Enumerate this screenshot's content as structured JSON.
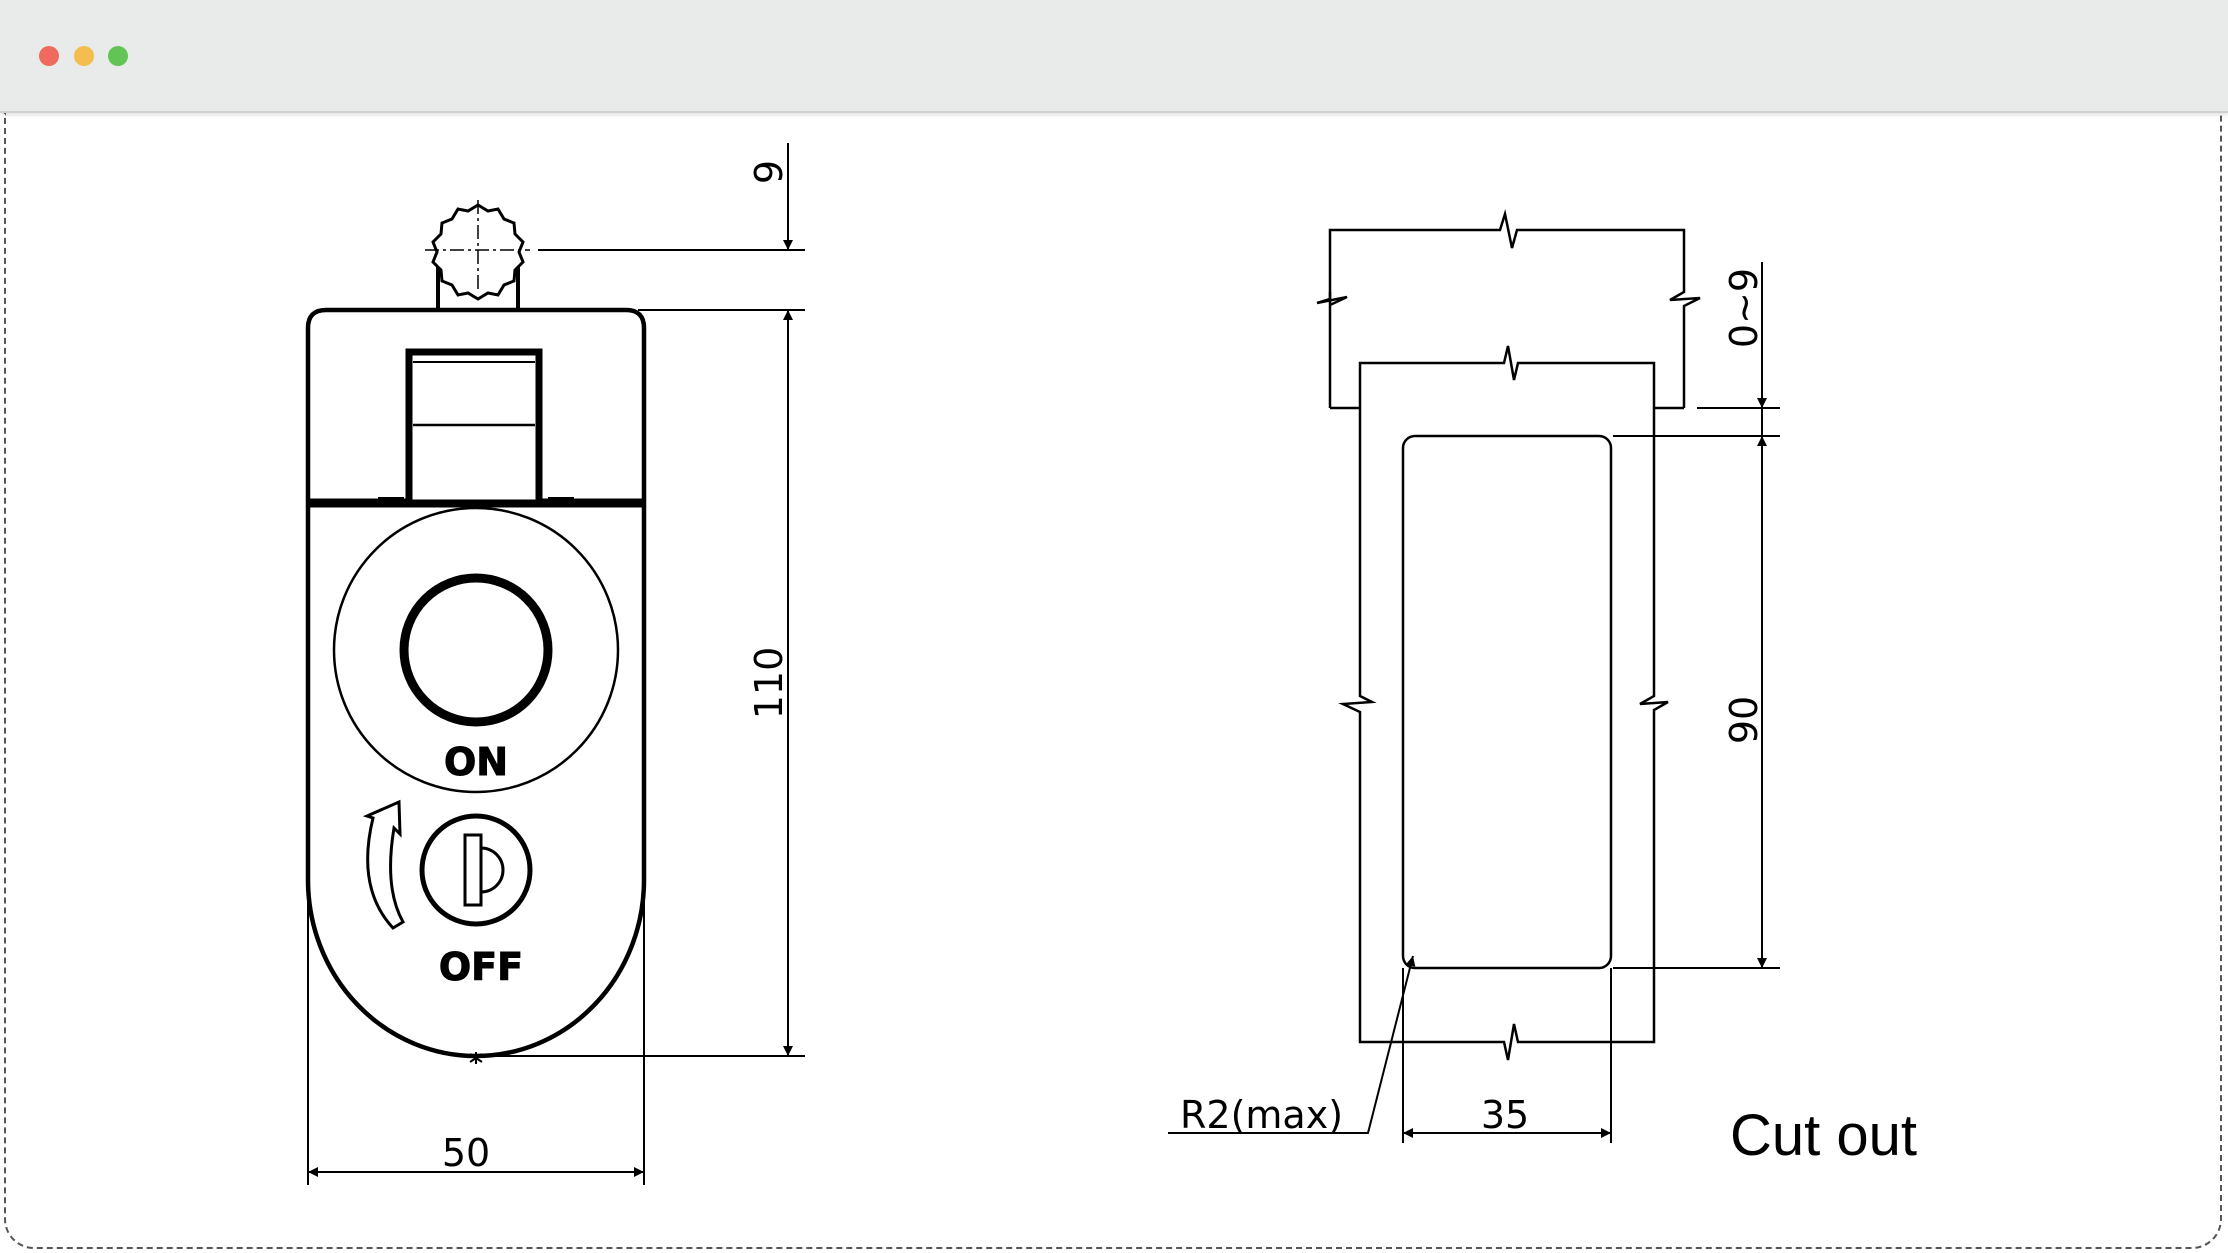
{
  "window": {
    "controls": [
      "close",
      "minimize",
      "maximize"
    ],
    "colors": {
      "close": "#ee6a5f",
      "minimize": "#f5bd4f",
      "maximize": "#61c454"
    }
  },
  "drawing": {
    "front_view": {
      "button_label": "ON",
      "lock_label": "OFF",
      "dim_width": "50",
      "dim_height": "110",
      "dim_top": "9"
    },
    "cutout_view": {
      "dim_thickness": "0~9",
      "dim_height": "90",
      "dim_width": "35",
      "radius_note": "R2(max)",
      "caption": "Cut out"
    }
  }
}
